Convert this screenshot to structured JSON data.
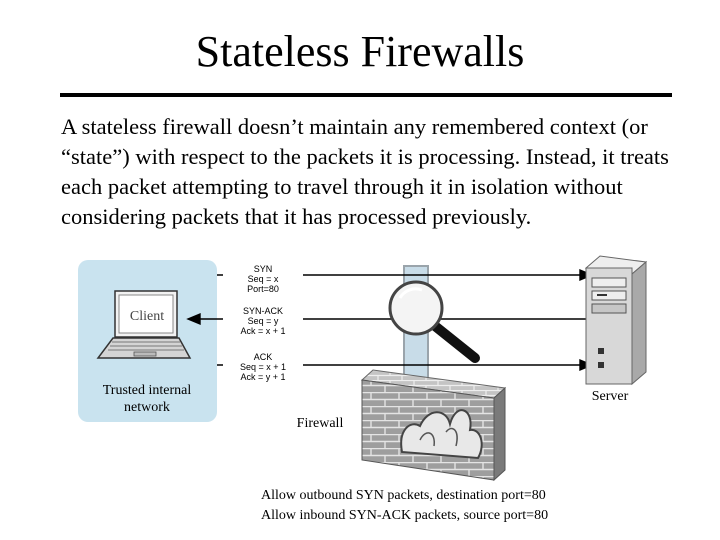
{
  "slide": {
    "title": "Stateless Firewalls",
    "body": "A stateless firewall doesn’t maintain any remembered context (or “state”) with respect to the packets it is processing. Instead, it treats each packet attempting to travel through it in isolation without considering packets that it has processed previously."
  },
  "diagram": {
    "client_label": "Client",
    "network_label": "Trusted internal network",
    "server_label": "Server",
    "firewall_label": "Firewall",
    "packets": [
      {
        "name": "SYN",
        "line1": "Seq = x",
        "line2": "Port=80",
        "direction": "outbound"
      },
      {
        "name": "SYN-ACK",
        "line1": "Seq = y",
        "line2": "Ack = x + 1",
        "direction": "inbound"
      },
      {
        "name": "ACK",
        "line1": "Seq = x + 1",
        "line2": "Ack = y + 1",
        "direction": "outbound"
      }
    ],
    "rules": [
      "Allow outbound SYN packets, destination port=80",
      "Allow inbound SYN-ACK packets, source port=80"
    ]
  },
  "colors": {
    "network_zone": "#c9e3ef",
    "wall_face": "#9a9a9a",
    "server_body": "#d8d8d8"
  }
}
